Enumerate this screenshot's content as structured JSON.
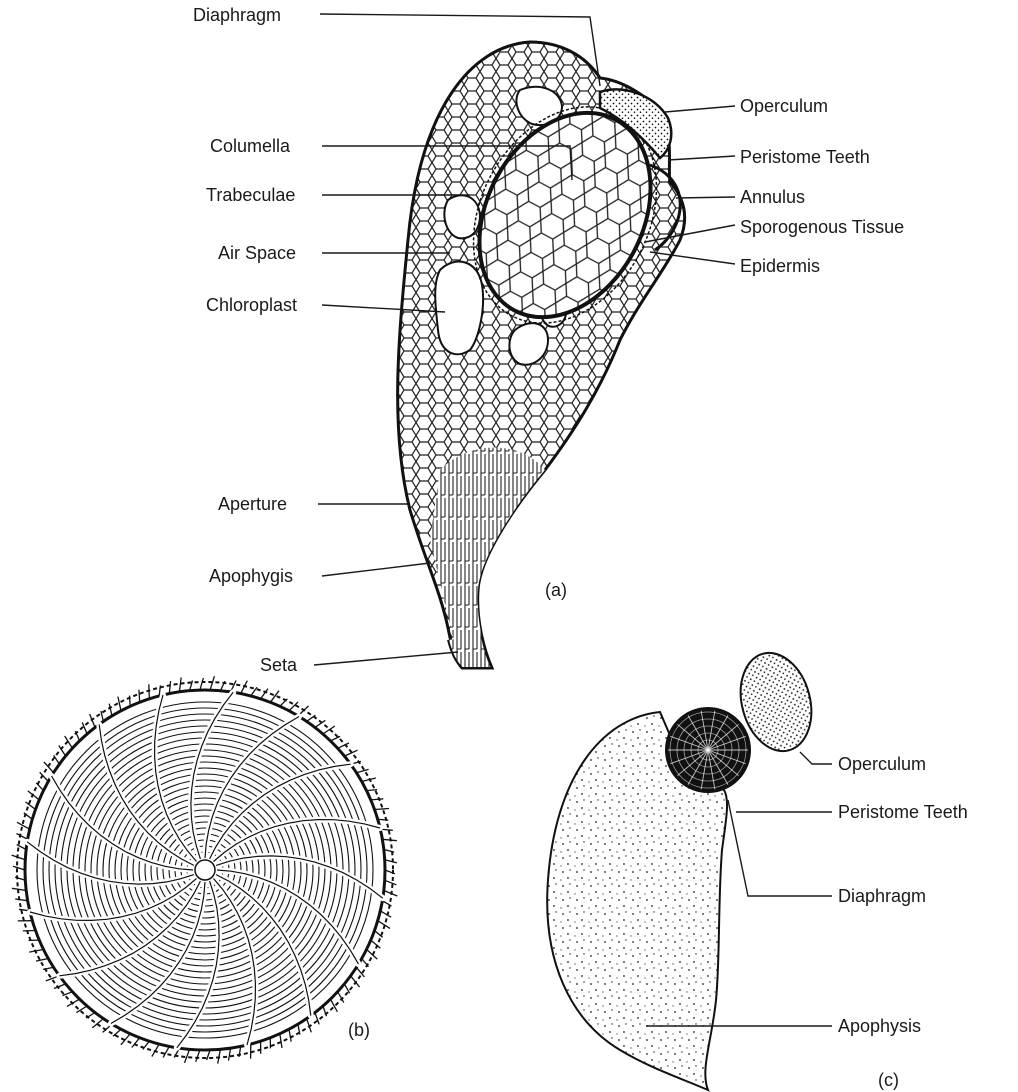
{
  "figure_a": {
    "caption": "(a)",
    "labels": {
      "diaphragm": "Diaphragm",
      "columella": "Columella",
      "trabeculae": "Trabeculae",
      "air_space": "Air Space",
      "chloroplast": "Chloroplast",
      "aperture": "Aperture",
      "apophygis": "Apophygis",
      "seta": "Seta",
      "operculum": "Operculum",
      "peristome_teeth": "Peristome Teeth",
      "annulus": "Annulus",
      "sporogenous_tissue": "Sporogenous Tissue",
      "epidermis": "Epidermis"
    }
  },
  "figure_b": {
    "caption": "(b)"
  },
  "figure_c": {
    "caption": "(c)",
    "labels": {
      "operculum": "Operculum",
      "peristome_teeth": "Peristome Teeth",
      "diaphragm": "Diaphragm",
      "apophysis": "Apophysis"
    }
  }
}
